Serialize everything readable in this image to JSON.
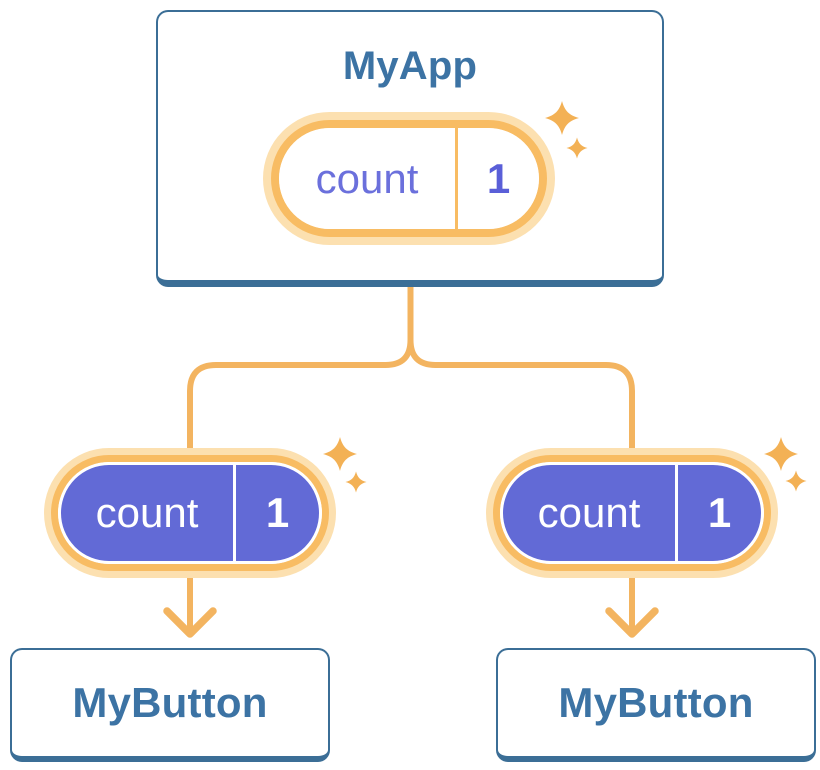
{
  "diagram": {
    "root": {
      "title": "MyApp",
      "state": {
        "label": "count",
        "value": "1"
      }
    },
    "children": [
      {
        "title": "MyButton",
        "state": {
          "label": "count",
          "value": "1"
        }
      },
      {
        "title": "MyButton",
        "state": {
          "label": "count",
          "value": "1"
        }
      }
    ],
    "colors": {
      "background": "#FFFFFF",
      "card_border": "#3B6E96",
      "card_background": "#FFFFFF",
      "title_text": "#3C73A4",
      "connector": "#F3B460",
      "pill_ring": "#F8BC63",
      "pill_glow": "#FCE0B0",
      "pill_fill_root": "#FFFFFF",
      "pill_fill_child": "#626AD6",
      "pill_label_root": "#6B70DC",
      "pill_value_root": "#5A5FD8",
      "pill_text_child": "#FFFFFF",
      "sparkle": "#F3B155"
    }
  }
}
